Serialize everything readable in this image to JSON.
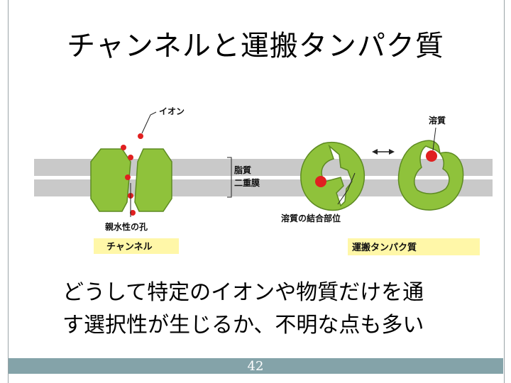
{
  "slide": {
    "title": "チャンネルと運搬タンパク質",
    "body_lines": [
      "どうして特定のイオンや物質だけを通",
      "す選択性が生じるか、不明な点も多い"
    ],
    "page_number": "42"
  },
  "figure": {
    "labels": {
      "ion": "イオン",
      "solute": "溶質",
      "lipid_bilayer_line1": "脂質",
      "lipid_bilayer_line2": "二重膜",
      "hydrophilic_pore": "親水性の孔",
      "binding_site": "溶質の結合部位",
      "channel": "チャンネル",
      "carrier": "運搬タンパク質"
    },
    "colors": {
      "membrane": "#c9c9c9",
      "protein": "#8fc23b",
      "particle": "#e02020",
      "tag_bg": "#fff7a8",
      "footer": "#84a3a9"
    }
  }
}
